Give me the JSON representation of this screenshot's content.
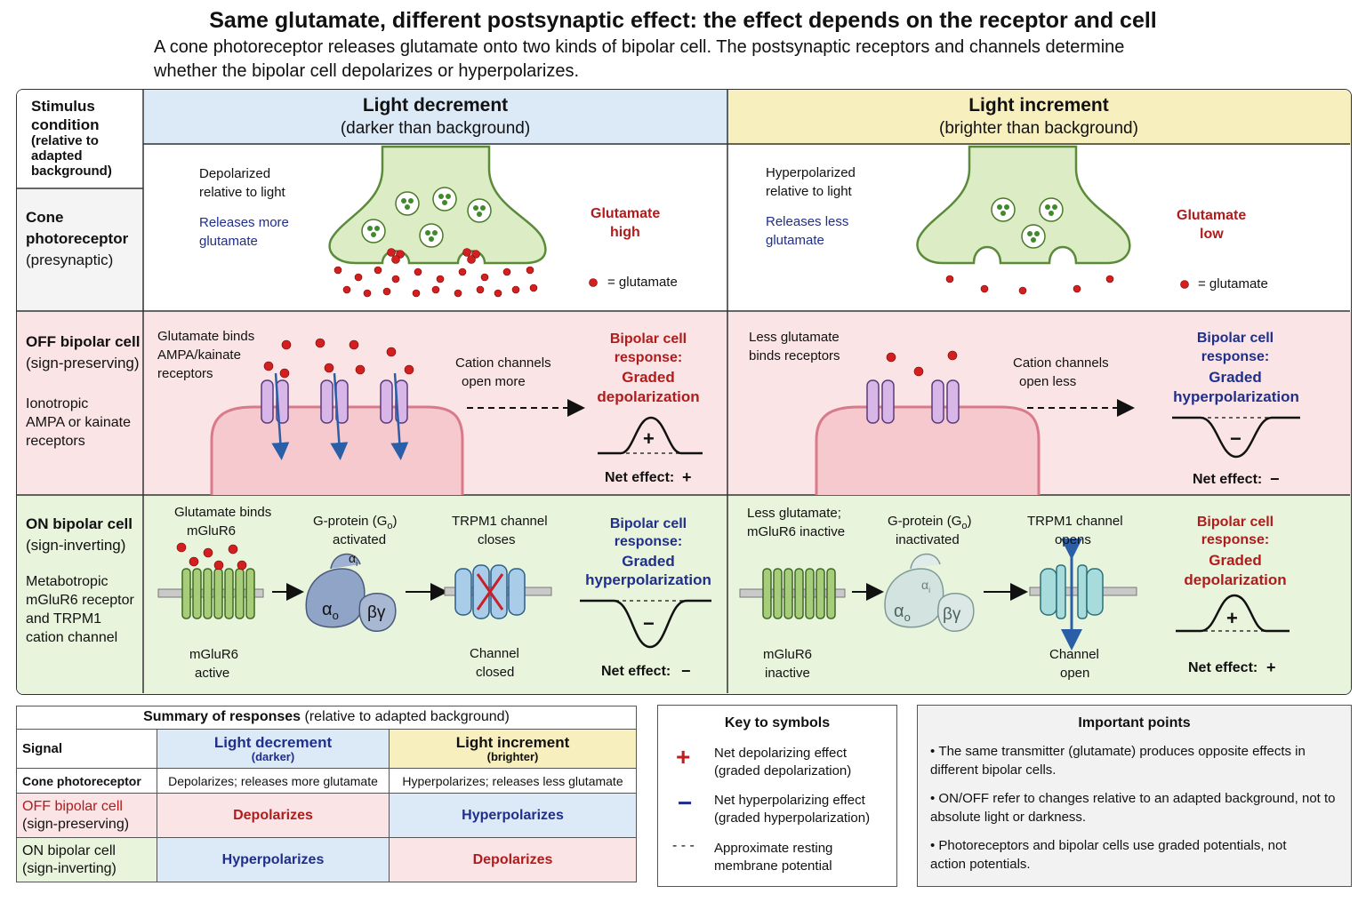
{
  "title": "Same glutamate, different postsynaptic effect: the effect depends on the receptor and cell",
  "subtitle_line1": "A cone photoreceptor releases glutamate onto two kinds of bipolar cell. The postsynaptic receptors and channels determine",
  "subtitle_line2": "whether the bipolar cell depolarizes or hyperpolarizes.",
  "rows": {
    "stimulus": {
      "l1": "Stimulus",
      "l2": "condition",
      "l3": "(relative to",
      "l4": "adapted",
      "l5": "background)"
    },
    "cone": {
      "l1": "Cone",
      "l2": "photoreceptor",
      "l3": "(presynaptic)"
    },
    "off": {
      "l1": "OFF bipolar cell",
      "l2": "(sign-preserving)",
      "d1": "Ionotropic",
      "d2": "AMPA or kainate",
      "d3": "receptors"
    },
    "on": {
      "l1": "ON bipolar cell",
      "l2": "(sign-inverting)",
      "d1": "Metabotropic",
      "d2": "mGluR6 receptor",
      "d3": "and TRPM1",
      "d4": "cation channel"
    }
  },
  "columns": {
    "decrement": {
      "title": "Light decrement",
      "sub": "(darker than background)",
      "color": "#dce9f7"
    },
    "increment": {
      "title": "Light increment",
      "sub": "(brighter than background)",
      "color": "#f8efbe"
    }
  },
  "cone_dec": {
    "state1": "Depolarized",
    "state2": "relative to light",
    "rel1": "Releases more",
    "rel2": "glutamate",
    "glu1": "Glutamate",
    "glu2": "high",
    "legend": "= glutamate"
  },
  "cone_inc": {
    "state1": "Hyperpolarized",
    "state2": "relative to light",
    "rel1": "Releases less",
    "rel2": "glutamate",
    "glu1": "Glutamate",
    "glu2": "low",
    "legend": "= glutamate"
  },
  "off_dec": {
    "b1": "Glutamate binds",
    "b2": "AMPA/kainate",
    "b3": "receptors",
    "c1": "Cation channels",
    "c2": "open more",
    "r1": "Bipolar cell",
    "r2": "response:",
    "r3": "Graded",
    "r4": "depolarization",
    "sign": "+",
    "net": "Net effect:",
    "net_sign": "+"
  },
  "off_inc": {
    "b1": "Less glutamate",
    "b2": "binds receptors",
    "c1": "Cation channels",
    "c2": "open less",
    "r1": "Bipolar cell",
    "r2": "response:",
    "r3": "Graded",
    "r4": "hyperpolarization",
    "sign": "−",
    "net": "Net effect:",
    "net_sign": "−"
  },
  "on_dec": {
    "b1": "Glutamate binds",
    "b2": "mGluR6",
    "g1": "G-protein (G",
    "g_sub": "o",
    "g1_end": ")",
    "g2": "activated",
    "t1": "TRPM1 channel",
    "t2": "closes",
    "ai": "α",
    "ai_sub": "i",
    "ao": "α",
    "ao_sub": "o",
    "bg": "βγ",
    "m1": "mGluR6",
    "m2": "active",
    "ch1": "Channel",
    "ch2": "closed",
    "r1": "Bipolar cell",
    "r2": "response:",
    "r3": "Graded",
    "r4": "hyperpolarization",
    "sign": "−",
    "net": "Net effect:",
    "net_sign": "−"
  },
  "on_inc": {
    "b1": "Less glutamate;",
    "b2": "mGluR6 inactive",
    "g1": "G-protein (G",
    "g_sub": "o",
    "g1_end": ")",
    "g2": "inactivated",
    "t1": "TRPM1 channel",
    "t2": "opens",
    "ai": "α",
    "ai_sub": "i",
    "ao": "α",
    "ao_sub": "o",
    "bg": "βγ",
    "m1": "mGluR6",
    "m2": "inactive",
    "ch1": "Channel",
    "ch2": "open",
    "r1": "Bipolar cell",
    "r2": "response:",
    "r3": "Graded",
    "r4": "depolarization",
    "sign": "+",
    "net": "Net effect:",
    "net_sign": "+"
  },
  "summary": {
    "title_bold": "Summary of responses",
    "title_rest": " (relative to adapted background)",
    "h_signal": "Signal",
    "h_dec": "Light decrement",
    "h_dec_sub": "(darker)",
    "h_inc": "Light increment",
    "h_inc_sub": "(brighter)",
    "r1_label": "Cone photoreceptor",
    "r1_dec": "Depolarizes; releases more glutamate",
    "r1_inc": "Hyperpolarizes; releases less glutamate",
    "r2_l1": "OFF bipolar cell",
    "r2_l2": "(sign-preserving)",
    "r2_dec": "Depolarizes",
    "r2_inc": "Hyperpolarizes",
    "r3_l1": "ON bipolar cell",
    "r3_l2": "(sign-inverting)",
    "r3_dec": "Hyperpolarizes",
    "r3_inc": "Depolarizes"
  },
  "key": {
    "title": "Key to symbols",
    "plus": "+",
    "plus1": "Net depolarizing effect",
    "plus2": "(graded depolarization)",
    "minus": "−",
    "minus1": "Net hyperpolarizing effect",
    "minus2": "(graded hyperpolarization)",
    "dash": "- - -",
    "dash1": "Approximate resting",
    "dash2": "membrane potential"
  },
  "points": {
    "title": "Important points",
    "items": [
      "The same transmitter (glutamate) produces opposite effects in different bipolar cells.",
      "ON/OFF refer to changes relative to an adapted background, not to absolute light or darkness.",
      "Photoreceptors and bipolar cells use graded potentials, not action potentials."
    ]
  },
  "colors": {
    "red": "#b01c1c",
    "blue": "#1f2f8a",
    "off_row": "#fbe4e6",
    "on_row": "#e8f4dc",
    "cone_green": "#dcecc4"
  }
}
